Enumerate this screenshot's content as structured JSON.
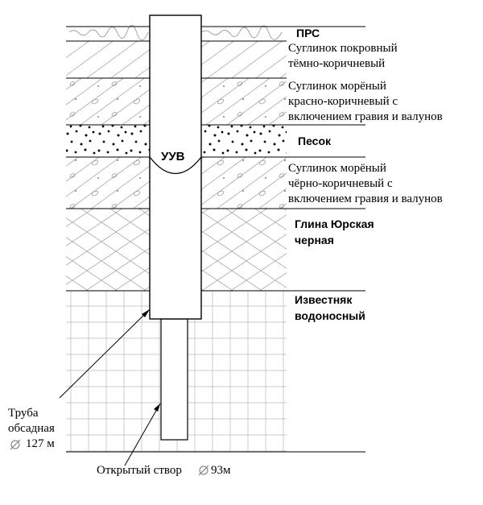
{
  "layers": [
    {
      "id": "prs",
      "lines": [
        "ПРС"
      ]
    },
    {
      "id": "loam-cover",
      "lines": [
        "Суглинок покровный",
        "тёмно-коричневый"
      ]
    },
    {
      "id": "loam-moraine-red",
      "lines": [
        "Суглинок морёный",
        "красно-коричневый с",
        "включением гравия и валунов"
      ]
    },
    {
      "id": "sand",
      "lines": [
        "Песок"
      ]
    },
    {
      "id": "loam-moraine-black",
      "lines": [
        "Суглинок морёный",
        "чёрно-коричневый с",
        "включением гравия и валунов"
      ]
    },
    {
      "id": "clay-jurassic",
      "lines": [
        "Глина Юрская",
        "черная"
      ]
    },
    {
      "id": "limestone",
      "lines": [
        "Известняк",
        "водоносный"
      ]
    }
  ],
  "well": {
    "head_label": "УУВ",
    "casing_label": [
      "Труба",
      "обсадная",
      "127 м"
    ],
    "open_hole_label": [
      "Открытый створ",
      "93м"
    ],
    "diameter_symbol": "⌀"
  },
  "colors": {
    "line": "#000000",
    "hatch": "#9a9a9a",
    "background": "#ffffff"
  }
}
